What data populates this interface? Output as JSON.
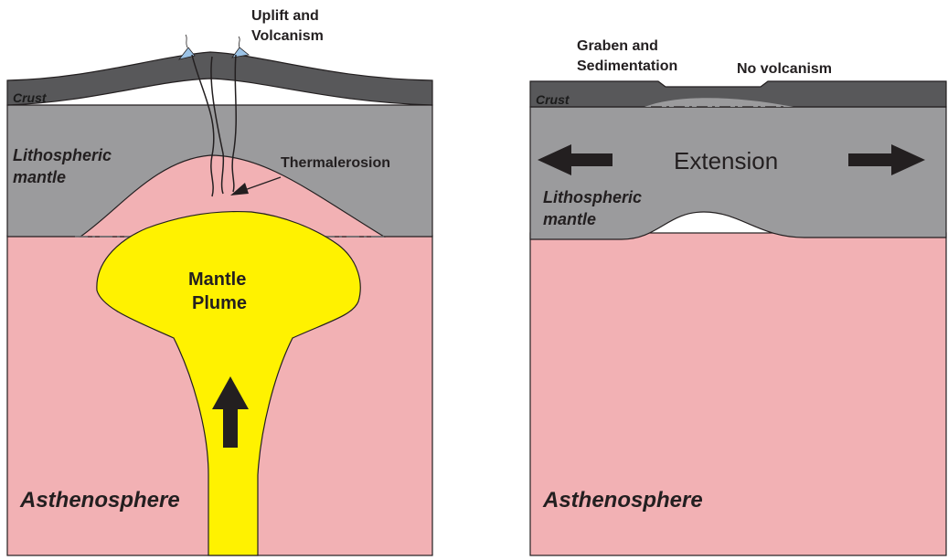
{
  "colors": {
    "asthenosphere": "#f2b1b4",
    "lithospheric_mantle": "#9b9b9d",
    "crust": "#58585a",
    "plume": "#fff200",
    "volcano": "#9cc3e6",
    "outline": "#231f20",
    "dash": "#6d6e70"
  },
  "left_panel": {
    "uplift_line1": "Uplift and",
    "uplift_line2": "Volcanism",
    "crust": "Crust",
    "lithospheric_line1": "Lithospheric",
    "lithospheric_line2": "mantle",
    "thermal_erosion": "Thermalerosion",
    "plume_line1": "Mantle",
    "plume_line2": "Plume",
    "asthenosphere": "Asthenosphere"
  },
  "right_panel": {
    "graben_line1": "Graben and",
    "graben_line2": "Sedimentation",
    "no_volcanism": "No volcanism",
    "crust": "Crust",
    "extension": "Extension",
    "lithospheric_line1": "Lithospheric",
    "lithospheric_line2": "mantle",
    "asthenosphere": "Asthenosphere"
  }
}
